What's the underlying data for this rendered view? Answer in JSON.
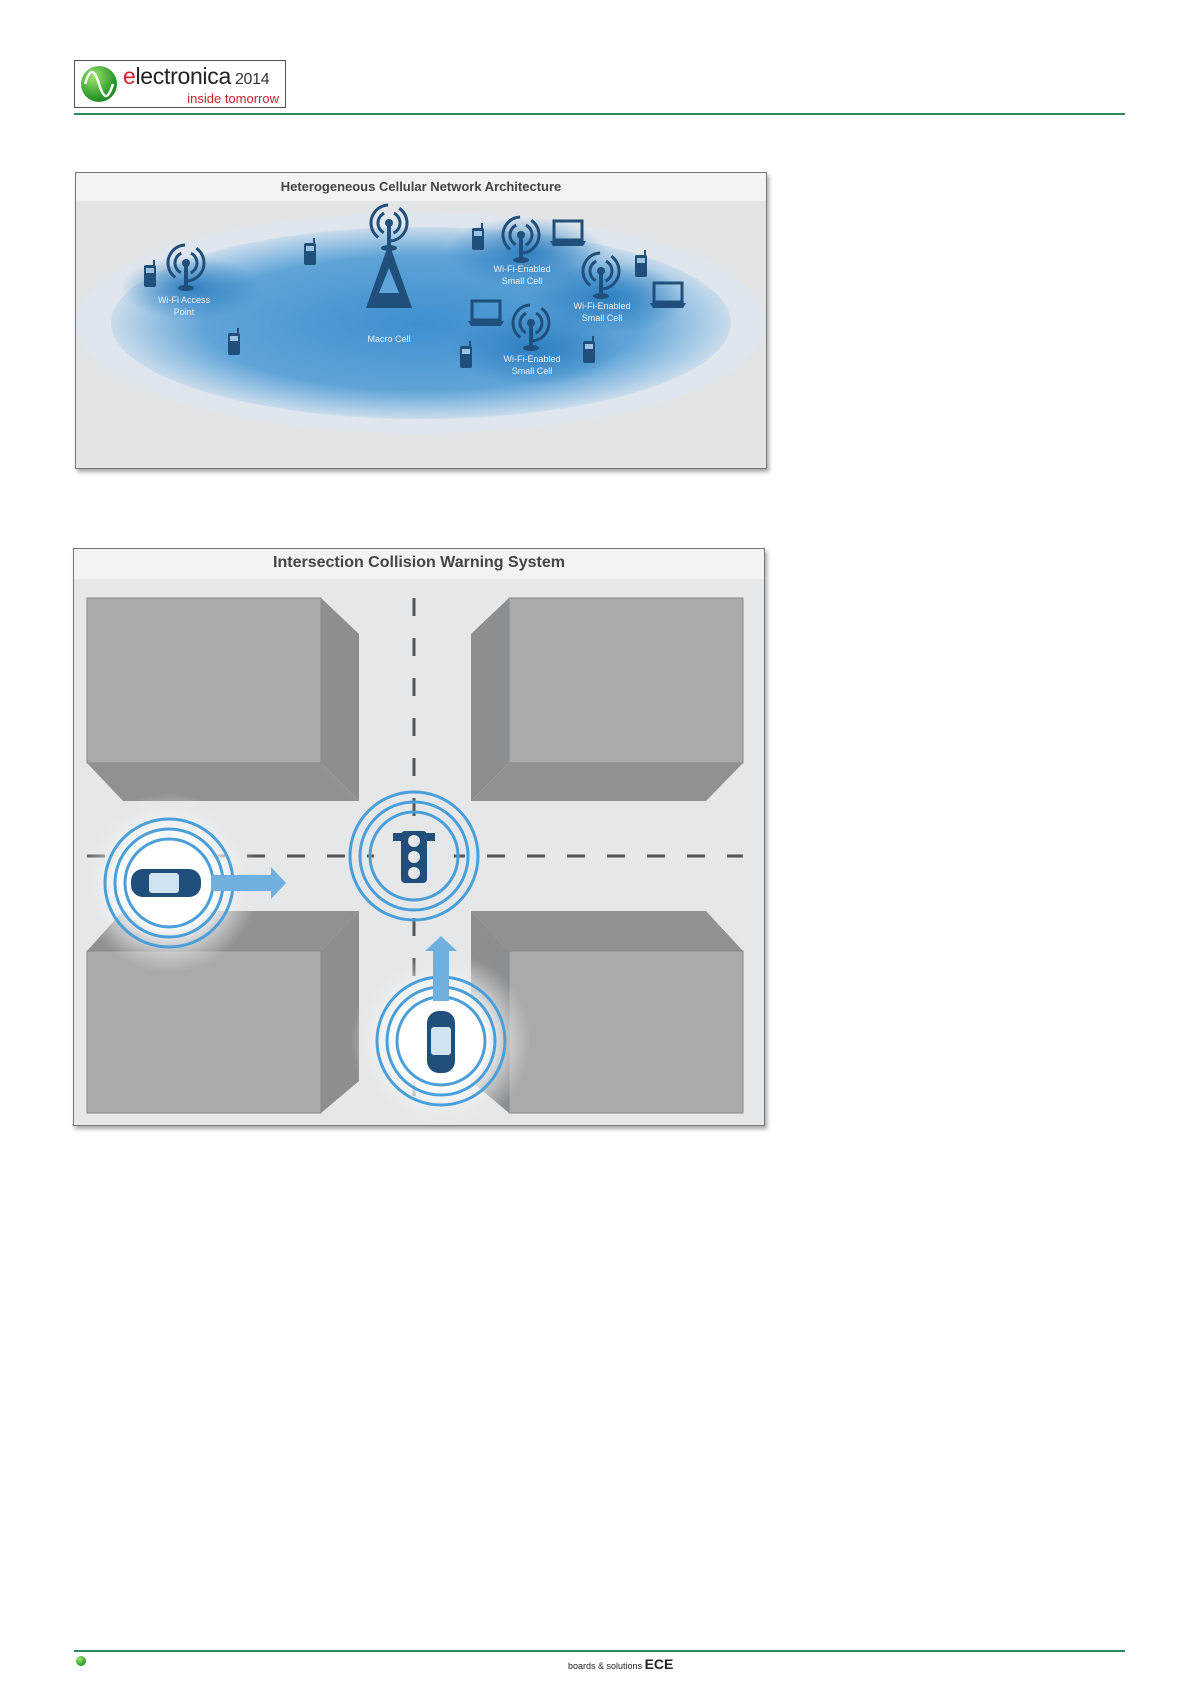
{
  "header": {
    "logo_word_first": "e",
    "logo_word_rest": "lectronica",
    "logo_year": "2014",
    "logo_tagline": "inside tomorrow"
  },
  "figure1": {
    "title": "Heterogeneous Cellular Network Architecture",
    "labels": {
      "wifi_ap_1": "Wi-Fi Access",
      "wifi_ap_2": "Point",
      "macro": "Macro Cell",
      "small1_1": "Wi-Fi-Enabled",
      "small1_2": "Small Cell",
      "small2_1": "Wi-Fi-Enabled",
      "small2_2": "Small Cell",
      "small3_1": "Wi-Fi-Enabled",
      "small3_2": "Small Cell"
    }
  },
  "figure2": {
    "title": "Intersection Collision Warning System"
  },
  "footer": {
    "brand_small": "boards & solutions",
    "brand_big": "ECE"
  },
  "colors": {
    "accent_green": "#2e8b57",
    "signal_blue": "#4a9fd8",
    "icon_navy": "#1f4f7a"
  }
}
